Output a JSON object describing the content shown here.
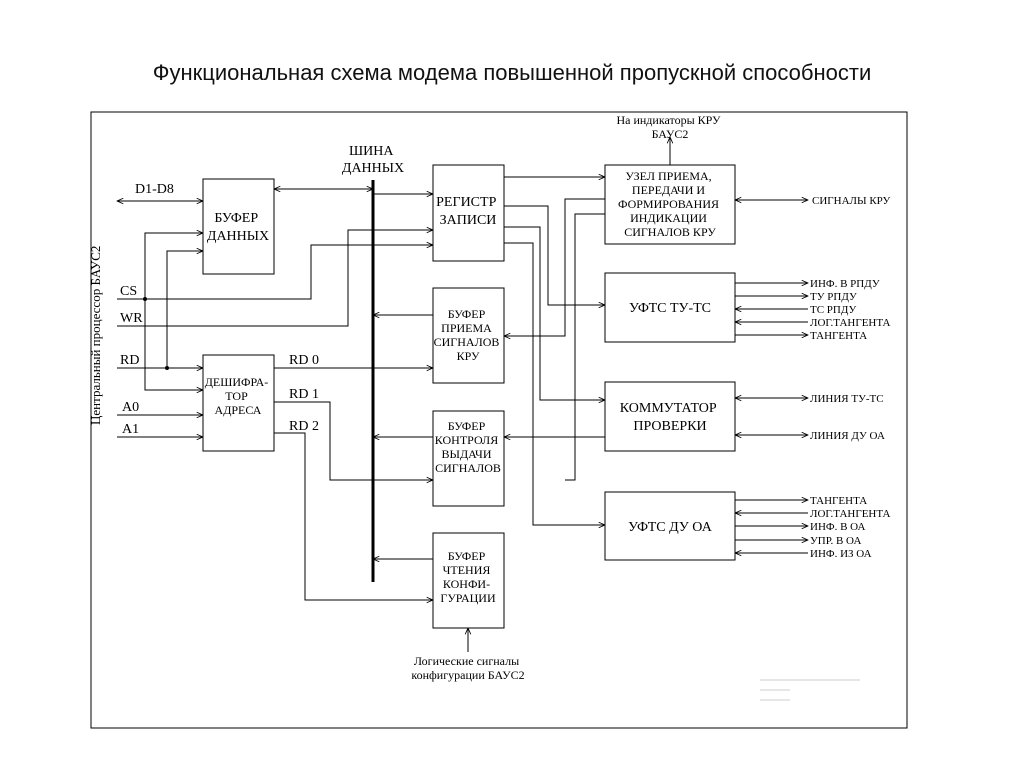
{
  "title": "Функциональная схема модема повышенной пропускной способности",
  "left_label": "Центральный процессор БАУС2",
  "bus_label": [
    "ШИНА",
    "ДАННЫХ"
  ],
  "top_indicator_label": [
    "На индикаторы КРУ",
    "БАУС2"
  ],
  "bottom_input_label": [
    "Логические сигналы",
    "конфигурации БАУС2"
  ],
  "signals": {
    "d1d8": "D1-D8",
    "cs": "CS",
    "wr": "WR",
    "rd": "RD",
    "a0": "A0",
    "a1": "A1",
    "rd0": "RD 0",
    "rd1": "RD 1",
    "rd2": "RD 2"
  },
  "blocks": {
    "data_buffer": [
      "БУФЕР",
      "ДАННЫХ"
    ],
    "address_decoder": [
      "ДЕШИФРА-",
      "ТОР",
      "АДРЕСА"
    ],
    "write_register": [
      "РЕГИСТР",
      "ЗАПИСИ"
    ],
    "kru_receive_buffer": [
      "БУФЕР",
      "ПРИЕМА",
      "СИГНАЛОВ",
      "КРУ"
    ],
    "output_control_buffer": [
      "БУФЕР",
      "КОНТРОЛЯ",
      "ВЫДАЧИ",
      "СИГНАЛОВ"
    ],
    "config_read_buffer": [
      "БУФЕР",
      "ЧТЕНИЯ",
      "КОНФИ-",
      "ГУРАЦИИ"
    ],
    "kru_node": [
      "УЗЕЛ ПРИЕМА,",
      "ПЕРЕДАЧИ И",
      "ФОРМИРОВАНИЯ",
      "ИНДИКАЦИИ",
      "СИГНАЛОВ КРУ"
    ],
    "uftc_tu_tc": [
      "УФТС ТУ-ТС"
    ],
    "test_switch": [
      "КОММУТАТОР",
      "ПРОВЕРКИ"
    ],
    "uftc_du_oa": [
      "УФТС ДУ ОА"
    ]
  },
  "outputs": {
    "kru_signals": "СИГНАЛЫ КРУ",
    "tu_tc": [
      "ИНФ. В РПДУ",
      "ТУ РПДУ",
      "ТС РПДУ",
      "ЛОГ.ТАНГЕНТА",
      "ТАНГЕНТА"
    ],
    "test": [
      "ЛИНИЯ ТУ-ТС",
      "ЛИНИЯ ДУ ОА"
    ],
    "du_oa": [
      "ТАНГЕНТА",
      "ЛОГ.ТАНГЕНТА",
      "ИНФ. В ОА",
      "УПР. В ОА",
      "ИНФ. ИЗ ОА"
    ]
  }
}
